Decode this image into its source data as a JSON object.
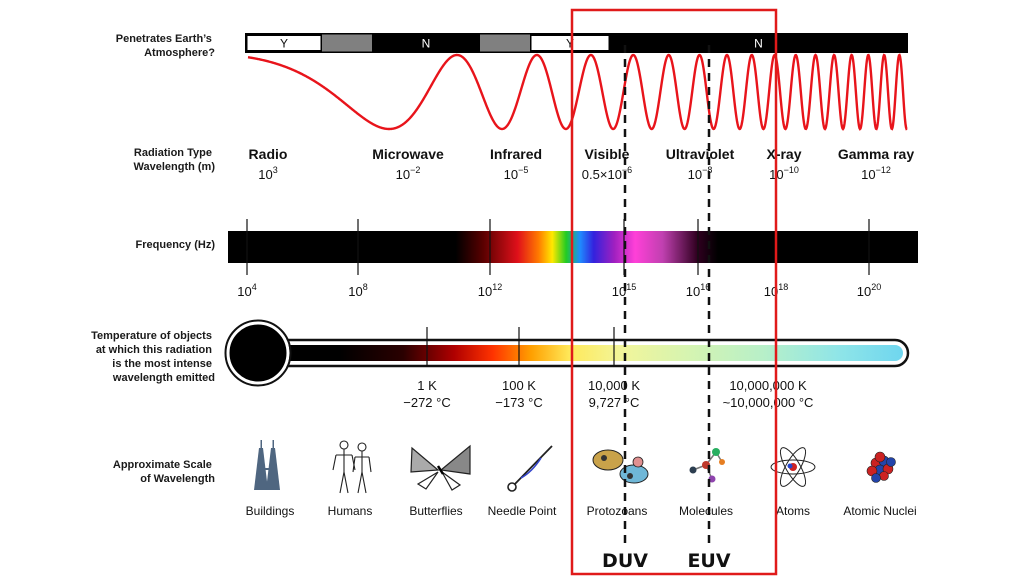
{
  "row_labels": {
    "atmosphere": [
      "Penetrates Earth’s",
      "Atmosphere?"
    ],
    "radiation": [
      "Radiation Type",
      "Wavelength (m)"
    ],
    "frequency": [
      "Frequency (Hz)"
    ],
    "temperature": [
      "Temperature of objects",
      "at which this radiation",
      "is the most intense",
      "wavelength emitted"
    ],
    "scale": [
      "Approximate Scale",
      "of Wavelength"
    ]
  },
  "atmosphere_bar": [
    {
      "label": "Y",
      "fill": "#ffffff"
    },
    {
      "label": "",
      "fill": "#808080"
    },
    {
      "label": "N",
      "fill": "#000000"
    },
    {
      "label": "",
      "fill": "#808080"
    },
    {
      "label": "Y",
      "fill": "#ffffff"
    },
    {
      "label": "N",
      "fill": "#000000"
    }
  ],
  "radiation_types": [
    {
      "name": "Radio",
      "base": "10",
      "exp": "3"
    },
    {
      "name": "Microwave",
      "base": "10",
      "exp": "−2"
    },
    {
      "name": "Infrared",
      "base": "10",
      "exp": "−5"
    },
    {
      "name": "Visible",
      "base": "0.5×10",
      "exp": "−6"
    },
    {
      "name": "Ultraviolet",
      "base": "10",
      "exp": "−8"
    },
    {
      "name": "X-ray",
      "base": "10",
      "exp": "−10"
    },
    {
      "name": "Gamma ray",
      "base": "10",
      "exp": "−12"
    }
  ],
  "frequency_ticks": [
    {
      "base": "10",
      "exp": "4"
    },
    {
      "base": "10",
      "exp": "8"
    },
    {
      "base": "10",
      "exp": "12"
    },
    {
      "base": "10",
      "exp": "15"
    },
    {
      "base": "10",
      "exp": "16"
    },
    {
      "base": "10",
      "exp": "18"
    },
    {
      "base": "10",
      "exp": "20"
    }
  ],
  "temperatures": [
    {
      "kelvin": "1 K",
      "celsius": "−272 °C"
    },
    {
      "kelvin": "100 K",
      "celsius": "−173 °C"
    },
    {
      "kelvin": "10,000 K",
      "celsius": "9,727 °C"
    },
    {
      "kelvin": "10,000,000 K",
      "celsius": "~10,000,000 °C"
    }
  ],
  "scale_items": [
    {
      "label": "Buildings",
      "icon": "buildings-icon"
    },
    {
      "label": "Humans",
      "icon": "humans-icon"
    },
    {
      "label": "Butterflies",
      "icon": "butterfly-icon"
    },
    {
      "label": "Needle Point",
      "icon": "needle-icon"
    },
    {
      "label": "Protozoans",
      "icon": "protozoan-icon"
    },
    {
      "label": "Molecules",
      "icon": "molecule-icon"
    },
    {
      "label": "Atoms",
      "icon": "atom-icon"
    },
    {
      "label": "Atomic Nuclei",
      "icon": "nucleus-icon"
    }
  ],
  "markers": {
    "duv": "DUV",
    "euv": "EUV"
  },
  "colors": {
    "wave": "#e8141b",
    "highlight_box": "#e01a1a",
    "thermometer_end": "#6fd6ef"
  }
}
